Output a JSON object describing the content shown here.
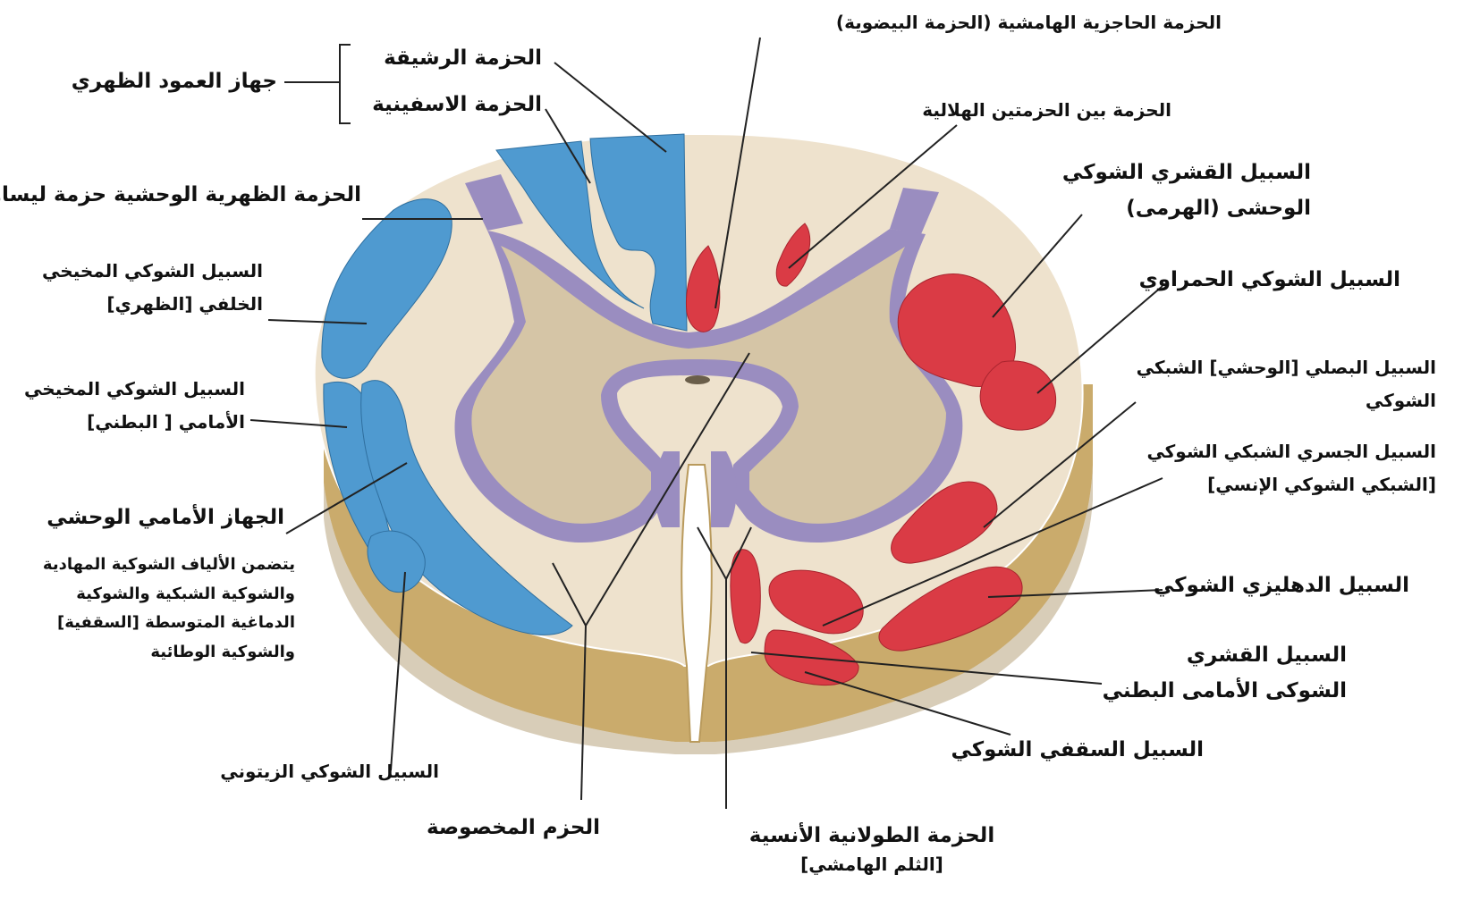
{
  "colors": {
    "white_matter": "#eee2cd",
    "gray_matter": "#d5c5a6",
    "gray_outline": "#9a8dc0",
    "ascending_tracts": "#4f9ad0",
    "descending_tracts": "#da3b45",
    "base_gold": "#caab6c",
    "leader_line": "#222222"
  },
  "labels": {
    "dorsal_column_system": "جهاز العمود الظهري",
    "fasciculus_gracilis": "الحزمة الرشيقة",
    "fasciculus_cuneatus": "الحزمة الاسفينية",
    "dorsolateral_fasciculus": "الحزمة الظهرية الوحشية حزمة ليساور",
    "posterior_spinocerebellar": [
      "السبيل الشوكي المخيخي",
      "الخلفي [الظهري]"
    ],
    "anterior_spinocerebellar": [
      "السبيل الشوكي المخيخي",
      "الأمامي [ البطني]"
    ],
    "anterolateral_system": "الجهاز الأمامي الوحشي",
    "anterolateral_note": [
      "يتضمن الألياف الشوكية المهادية",
      "والشوكية الشبكية والشوكية",
      "الدماغية المتوسطة [السقفية]",
      "والشوكية الوطائية"
    ],
    "spino_olivary": "السبيل الشوكي الزيتوني",
    "fasciculi_proprii": "الحزم المخصوصة",
    "septomarginal_fasciculus": "الحزمة الحاجزية الهامشية (الحزمة البيضوية)",
    "interfascicular_fasciculus": "الحزمة بين الحزمتين الهلالية",
    "lateral_corticospinal": [
      "السبيل القشري الشوكي",
      "الوحشى (الهرمى)"
    ],
    "rubrospinal": "السبيل الشوكي الحمراوي",
    "lateral_reticulospinal": [
      "السبيل البصلي [الوحشي] الشبكي",
      "الشوكي"
    ],
    "medial_reticulospinal": [
      "السبيل الجسري الشبكي الشوكي",
      "[الشبكي الشوكي الإنسي]"
    ],
    "vestibulospinal": "السبيل الدهليزي الشوكي",
    "anterior_corticospinal": [
      "السبيل القشري",
      "الشوكى الأمامى البطني"
    ],
    "tectospinal": "السبيل السقفي الشوكي",
    "medial_longitudinal_fasciculus": [
      "الحزمة الطولانية الأنسية",
      "[الثلم الهامشي]"
    ]
  }
}
